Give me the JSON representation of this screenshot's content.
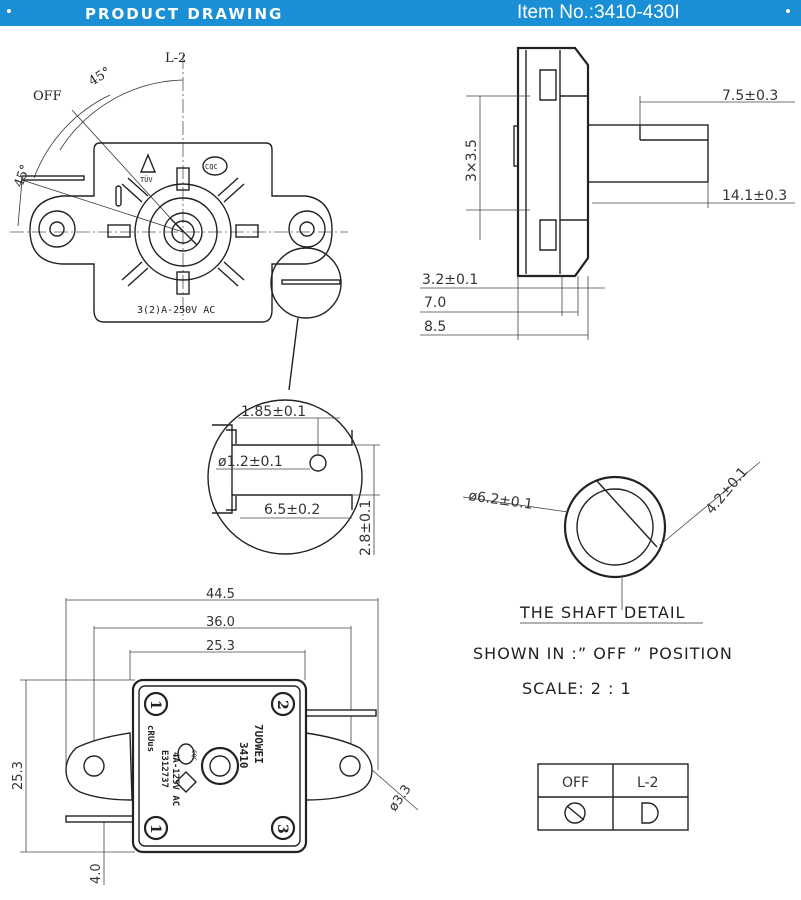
{
  "header": {
    "title": "PRODUCT  DRAWING",
    "item_no": "Item No.:3410-430I",
    "bg_color": "#1a8fd6",
    "text_color": "#ffffff"
  },
  "top_view": {
    "angle_left": "45°",
    "angle_top": "45°",
    "label_off": "OFF",
    "label_l2": "L-2",
    "mark_tuv": "TÜV",
    "mark_cqc": "CQC",
    "rating": "3(2)A-250V AC"
  },
  "detail_view": {
    "dim_width": "1.85±0.1",
    "dim_hole": "ø1.2±0.1",
    "dim_length": "6.5±0.2",
    "dim_height": "2.8±0.1"
  },
  "side_view": {
    "dim_shaft_flat": "7.5±0.3",
    "dim_shaft_len": "14.1±0.3",
    "dim_pitch": "3×3.5",
    "dim_a": "3.2±0.1",
    "dim_b": "7.0",
    "dim_c": "8.5"
  },
  "shaft_detail": {
    "dim_dia": "ø6.2±0.1",
    "dim_flat": "4.2±0.1",
    "title": "THE SHAFT DETAIL",
    "shown_in": "SHOWN IN :” OFF ” POSITION",
    "scale": "SCALE:  2 : 1"
  },
  "bottom_view": {
    "dim_overall": "44.5",
    "dim_holes": "36.0",
    "dim_body": "25.3",
    "dim_height": "25.3",
    "dim_tab": "4.0",
    "dim_hole_dia": "ø3.3",
    "brand": "7UOWEI",
    "model": "3410",
    "rating": "4A-125V AC",
    "cert_no": "E312737",
    "cru": "cRUus",
    "terminal_1": "1",
    "terminal_2": "2",
    "terminal_3": "3",
    "mark_cqc": "CQC"
  },
  "position_table": {
    "headers": [
      "OFF",
      "L-2"
    ]
  }
}
